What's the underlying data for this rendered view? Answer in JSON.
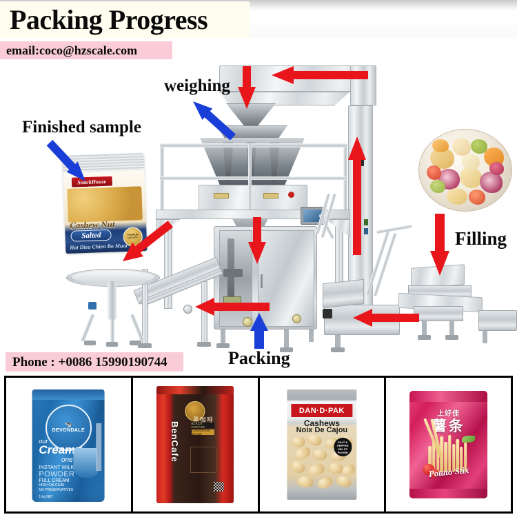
{
  "header": {
    "title": "Packing Progress",
    "email": "email:coco@hzscale.com",
    "phone": "Phone : +0086 15990190744"
  },
  "callouts": [
    {
      "id": "weighing",
      "label": "weighing",
      "arrow_color": "#1a3fd8",
      "arrow": "blue-arrow-down-right"
    },
    {
      "id": "finished",
      "label": "Finished sample",
      "arrow_color": "#1a3fd8",
      "arrow": "blue-arrow-down-right"
    },
    {
      "id": "filling",
      "label": "Filling",
      "arrow_color": "#e8161a",
      "arrow": "red-arrow-down"
    },
    {
      "id": "packing",
      "label": "Packing",
      "arrow_color": "#1a3fd8",
      "arrow": "blue-arrow-up"
    }
  ],
  "flow_arrows": [
    {
      "id": "infeed-top-left",
      "direction": "left",
      "color": "#e8161a"
    },
    {
      "id": "into-weigher",
      "direction": "down",
      "color": "#e8161a"
    },
    {
      "id": "weigher-to-bagger",
      "direction": "down",
      "color": "#e8161a"
    },
    {
      "id": "elevator-up",
      "direction": "up",
      "color": "#e8161a"
    },
    {
      "id": "hopper-infeed",
      "direction": "left",
      "color": "#e8161a"
    },
    {
      "id": "discharge-conveyor",
      "direction": "left",
      "color": "#e8161a"
    },
    {
      "id": "to-collection-table",
      "direction": "up-left",
      "color": "#e8161a"
    }
  ],
  "machine": {
    "name": "vertical-form-fill-seal-packing-line",
    "parts": [
      "multihead-weigher",
      "platform-railing",
      "vffs-bagger",
      "touchscreen-hmi",
      "z-type-bucket-elevator",
      "vibratory-infeed-hopper",
      "discharge-conveyor",
      "rotary-collection-table"
    ],
    "hmi_label": "HMI"
  },
  "finished_sample": {
    "name": "cashew-nut-pack",
    "brand": "SnackHouse",
    "product": "Cashew Nut",
    "variant": "Salted",
    "badge": "PREMIUM QUALITY",
    "sub": "Hat Dieu Chien Bo Muoi"
  },
  "filling_bowl": {
    "name": "dried-fruit-mix-bowl",
    "contents": "dried fruit mix"
  },
  "products": [
    {
      "id": "milk-powder",
      "brand": "DEVONDALE",
      "tagline_1": "our",
      "tagline_2": "Creamy",
      "tagline_3": "one",
      "line_1": "INSTANT MILK",
      "line_2": "POWDER",
      "line_3": "FULL CREAM",
      "line_4": "HIGH CALCIUM",
      "line_5": "NO PRESERVATIVES",
      "weight": "1 kg NET",
      "bag_color": "#2a7cc0"
    },
    {
      "id": "black-coffee",
      "brand": "BenCafe",
      "cn_name": "黑咖啡",
      "tag_en": "BLACK COFFEE",
      "tag_sub": "CONGDOUS BEANS",
      "bag_color": "#c71f1f"
    },
    {
      "id": "cashews",
      "brand": "DAN·D·PAK",
      "name_en": "Cashews",
      "name_fr": "Noix De Cajou",
      "badge_en": "SALT & PEPPER",
      "badge_fr": "SEL ET POIVRE",
      "bag_color": "#e2cfa6"
    },
    {
      "id": "potato-stix",
      "brand": "上好佳",
      "cn_name": "薯条",
      "name_en": "Potato Stix",
      "bag_color": "#d31f5c"
    }
  ],
  "colors": {
    "title_bg": "#fffdf0",
    "highlight_pink": "#f9ccd8",
    "arrow_red": "#e8161a",
    "arrow_blue": "#1a3fd8",
    "frame_black": "#000000"
  }
}
